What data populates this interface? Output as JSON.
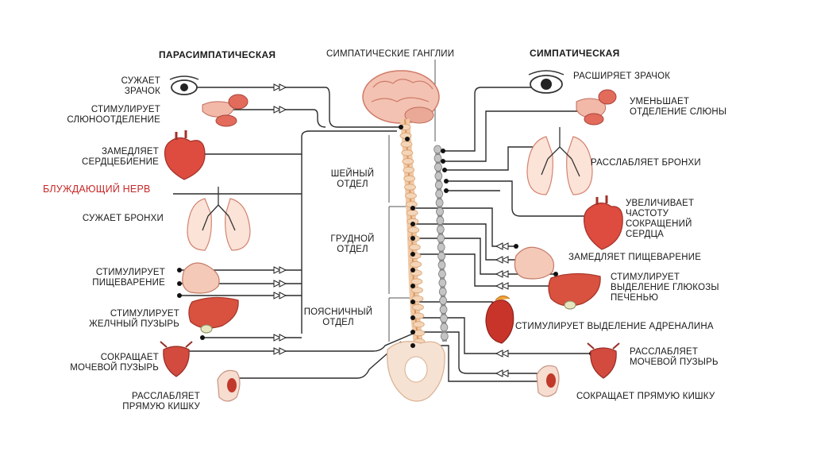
{
  "headers": {
    "para": "ПАРАСИМПАТИЧЕСКАЯ",
    "ganglia": "СИМПАТИЧЕСКИЕ ГАНГЛИИ",
    "symp": "СИМПАТИЧЕСКАЯ"
  },
  "sections": {
    "cervical": "ШЕЙНЫЙ\nОТДЕЛ",
    "thoracic": "ГРУДНОЙ\nОТДЕЛ",
    "lumbar": "ПОЯСНИЧНЫЙ\nОТДЕЛ"
  },
  "vagus": "БЛУЖДАЮЩИЙ НЕРВ",
  "parasympathetic": [
    "СУЖАЕТ\nЗРАЧОК",
    "СТИМУЛИРУЕТ\nСЛЮНООТДЕЛЕНИЕ",
    "ЗАМЕДЛЯЕТ\nСЕРДЦЕБИЕНИЕ",
    "СУЖАЕТ БРОНХИ",
    "СТИМУЛИРУЕТ\nПИЩЕВАРЕНИЕ",
    "СТИМУЛИРУЕТ\nЖЕЛЧНЫЙ ПУЗЫРЬ",
    "СОКРАЩАЕТ\nМОЧЕВОЙ ПУЗЫРЬ",
    "РАССЛАБЛЯЕТ\nПРЯМУЮ КИШКУ"
  ],
  "sympathetic": [
    "РАСШИРЯЕТ ЗРАЧОК",
    "УМЕНЬШАЕТ\nОТДЕЛЕНИЕ СЛЮНЫ",
    "РАССЛАБЛЯЕТ БРОНХИ",
    "УВЕЛИЧИВАЕТ\nЧАСТОТУ\nСОКРАЩЕНИЙ\nСЕРДЦА",
    "ЗАМЕДЛЯЕТ ПИЩЕВАРЕНИЕ",
    "СТИМУЛИРУЕТ\nВЫДЕЛЕНИЕ ГЛЮКОЗЫ\nПЕЧЕНЬЮ",
    "СТИМУЛИРУЕТ ВЫДЕЛЕНИЕ АДРЕНАЛИНА",
    "РАССЛАБЛЯЕТ\nМОЧЕВОЙ ПУЗЫРЬ",
    "СОКРАЩАЕТ ПРЯМУЮ КИШКУ"
  ],
  "colors": {
    "organ": "#e05548",
    "organ_dark": "#b73a32",
    "organ_light": "#f6d2c8",
    "spine": "#f0c9a6",
    "ganglia": "#b8b8b8",
    "nerve": "#222222",
    "vagus_label": "#c62828"
  }
}
